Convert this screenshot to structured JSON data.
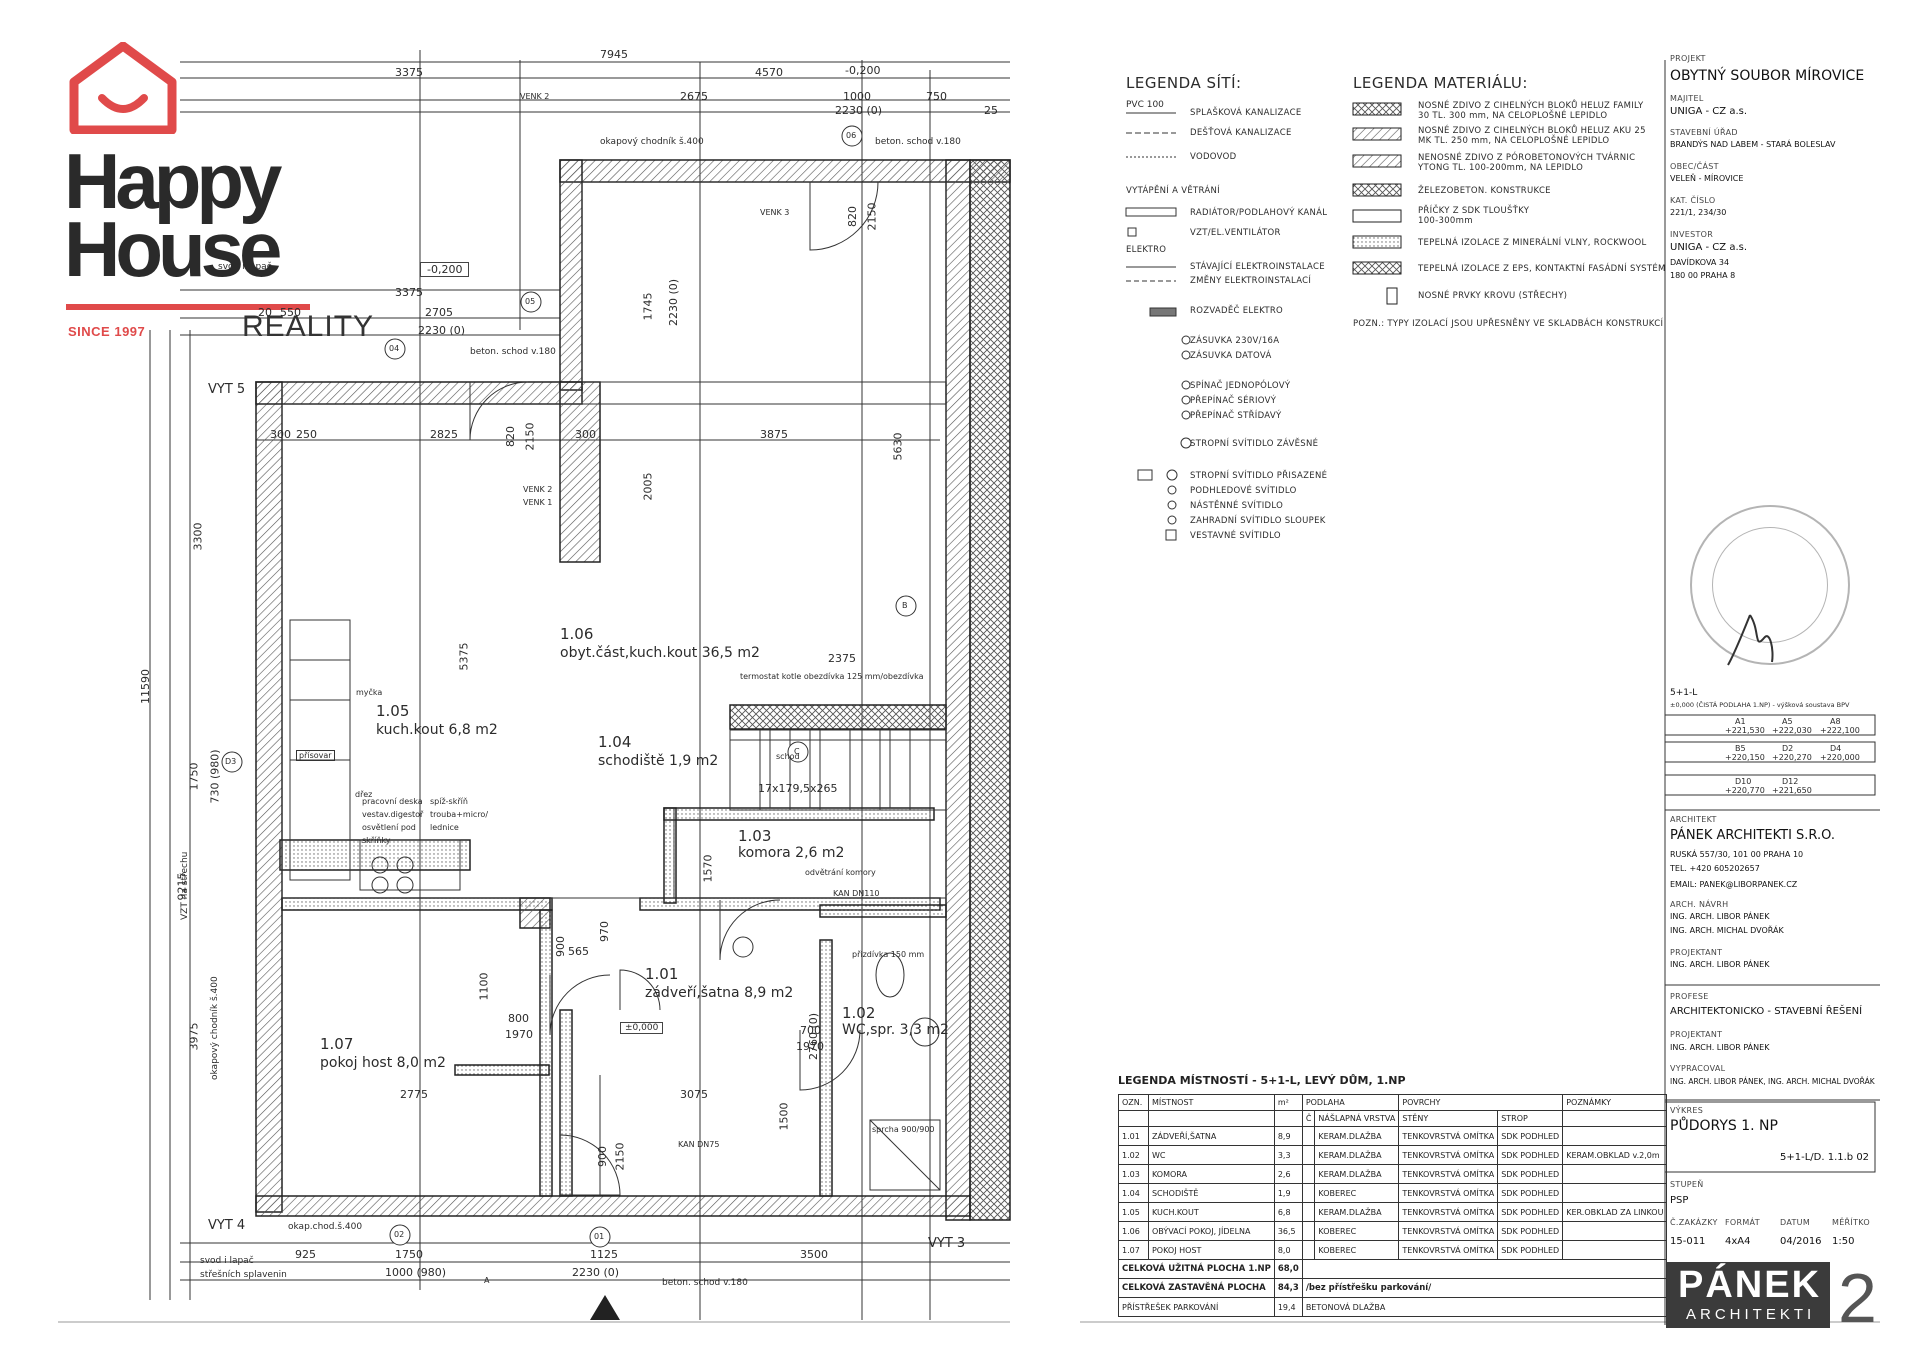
{
  "logo": {
    "brand_line1": "Happy",
    "brand_line2": "House",
    "since": "SINCE 1997",
    "reality": "REALITY",
    "brand_color": "#e04a4a"
  },
  "plan": {
    "overall_dim": "7945",
    "dims_top": [
      "3375",
      "4570",
      "-0,200",
      "2675",
      "1000",
      "750",
      "25",
      "2230 (0)"
    ],
    "dims_upper2": [
      "3375",
      "2705",
      "550",
      "2230 (0)",
      "-0,200",
      "20"
    ],
    "dims_misc": [
      "2825",
      "3875",
      "300",
      "300",
      "250",
      "2375",
      "5375",
      "3300",
      "2005",
      "5630",
      "1745",
      "2230 (0)",
      "820",
      "2150",
      "820",
      "2150",
      "11590",
      "9215",
      "1750",
      "730 (980)",
      "3975",
      "2775",
      "3075",
      "1500",
      "900",
      "970",
      "565",
      "800",
      "1970",
      "700",
      "1970",
      "1100",
      "900",
      "2150",
      "1750",
      "925",
      "1000 (980)",
      "1125",
      "2230 (0)",
      "3500",
      "2760 (0)",
      "1570",
      "17x179,5x265"
    ],
    "markers": [
      "05",
      "04",
      "06",
      "D3",
      "02",
      "01",
      "A",
      "B",
      "C"
    ],
    "axes": [
      "VYT 5",
      "VYT 4",
      "VYT 3"
    ],
    "notes": {
      "okapovy_top": "okapový chodník š.400",
      "beton_schod_top": "beton. schod v.180",
      "beton_schod_mid": "beton. schod v.180",
      "beton_schod_bot": "beton. schod v.180",
      "svod": "svod i lapač",
      "svod2": "svod i lapač",
      "strechy": "střešních splavenin",
      "okap_chod": "okap.chod.š.400",
      "okapovy_side": "okapový chodník š.400",
      "vzt": "VZT na střechu",
      "venk3": "VENK 3",
      "venk2": "VENK 2",
      "venk1": "VENK 1",
      "venk2b": "VENK 2",
      "termostat": "termostat kotle obezdívka 125 mm/obezdívka",
      "odvetrani": "odvětrání komory",
      "kan110": "KAN DN110",
      "kan75": "KAN DN75",
      "prizdivka": "přizdívka 150 mm",
      "sprcha": "sprcha 900/900",
      "drez": "dřez",
      "myckа": "myčka",
      "mycka": "myčka",
      "prisovar": "přísovar",
      "pracovni": "pracovní deska vestav.digestoř osvětlení pod skříňky",
      "spiz": "spíž-skříň trouba+micro/ lednice",
      "zero": "±0,000",
      "schod_label": "schod"
    },
    "rooms": [
      {
        "num": "1.06",
        "name": "obyt.část,kuch.kout 36,5 m2"
      },
      {
        "num": "1.05",
        "name": "kuch.kout 6,8 m2"
      },
      {
        "num": "1.04",
        "name": "schodiště 1,9 m2"
      },
      {
        "num": "1.03",
        "name": "komora 2,6 m2"
      },
      {
        "num": "1.01",
        "name": "zádveří,šatna 8,9 m2"
      },
      {
        "num": "1.02",
        "name": "WC,spr. 3,3 m2"
      },
      {
        "num": "1.07",
        "name": "pokoj host 8,0 m2"
      }
    ]
  },
  "legend_site": {
    "title": "LEGENDA SÍTÍ:",
    "items": [
      {
        "code": "PVC 100",
        "label": "SPLAŠKOVÁ KANALIZACE"
      },
      {
        "code": "",
        "label": "DEŠŤOVÁ KANALIZACE"
      },
      {
        "code": "",
        "label": "VODOVOD"
      },
      {
        "code": "",
        "label": "VYTÁPĚNÍ A VĚTRÁNÍ"
      },
      {
        "code": "",
        "label": "RADIÁTOR/PODLAHOVÝ KANÁL"
      },
      {
        "code": "",
        "label": "VZT/EL.VENTILÁTOR"
      },
      {
        "code": "",
        "label": "ELEKTRO"
      },
      {
        "code": "",
        "label": "STÁVAJÍCÍ ELEKTROINSTALACE"
      },
      {
        "code": "",
        "label": "ZMĚNY ELEKTROINSTALACÍ"
      },
      {
        "code": "",
        "label": "ROZVADĚČ ELEKTRO"
      },
      {
        "code": "",
        "label": "ZÁSUVKA 230V/16A"
      },
      {
        "code": "",
        "label": "ZÁSUVKA DATOVÁ"
      },
      {
        "code": "",
        "label": "SPÍNAČ JEDNOPÓLOVÝ"
      },
      {
        "code": "",
        "label": "PŘEPÍNAČ SÉRIOVÝ"
      },
      {
        "code": "",
        "label": "PŘEPÍNAČ STŘÍDAVÝ"
      },
      {
        "code": "",
        "label": "STROPNÍ SVÍTIDLO ZÁVĚSNÉ"
      },
      {
        "code": "",
        "label": "STROPNÍ SVÍTIDLO PŘISAZENÉ"
      },
      {
        "code": "",
        "label": "PODHLEDOVÉ SVÍTIDLO"
      },
      {
        "code": "",
        "label": "NÁSTĚNNÉ SVÍTIDLO"
      },
      {
        "code": "",
        "label": "ZAHRADNÍ SVÍTIDLO SLOUPEK"
      },
      {
        "code": "",
        "label": "VESTAVNÉ SVÍTIDLO"
      }
    ]
  },
  "legend_material": {
    "title": "LEGENDA MATERIÁLU:",
    "items": [
      "NOSNÉ ZDIVO Z CIHELNÝCH BLOKŮ HELUZ FAMILY 30 TL. 300 mm, NA CELOPLOŠNÉ LEPIDLO",
      "NOSNÉ ZDIVO Z CIHELNÝCH BLOKŮ HELUZ AKU 25 MK TL. 250 mm, NA CELOPLOŠNÉ LEPIDLO",
      "NENOSNÉ ZDIVO Z PÓROBETONOVÝCH TVÁRNIC YTONG TL. 100-200mm, NA LEPIDLO",
      "ŽELEZOBETON. KONSTRUKCE",
      "PŘÍČKY Z SDK TLOUŠŤKY 100-300mm",
      "TEPELNÁ IZOLACE Z MINERÁLNÍ VLNY, ROCKWOOL",
      "TEPELNÁ IZOLACE Z EPS, KONTAKTNÍ FASÁDNÍ SYSTÉM",
      "NOSNÉ PRVKY KROVU (STŘECHY)"
    ],
    "note": "POZN.: TYPY IZOLACÍ JSOU UPŘESNĚNY VE SKLADBÁCH KONSTRUKCÍ"
  },
  "title_block": {
    "projekt_label": "PROJEKT",
    "projekt": "OBYTNÝ SOUBOR MÍROVICE",
    "majitel_label": "MAJITEL",
    "majitel": "UNIGA - CZ a.s.",
    "stav_urad_label": "STAVEBNÍ ÚŘAD",
    "stav_urad": "BRANDÝS NAD LABEM - STARÁ BOLESLAV",
    "obec_label": "OBEC/ČÁST",
    "obec": "VELEŇ - MÍROVICE",
    "kat_label": "KAT. ČÍSLO",
    "kat": "221/1, 234/30",
    "investor_label": "INVESTOR",
    "investor": "UNIGA - CZ a.s.",
    "investor_addr1": "DAVÍDKOVA 34",
    "investor_addr2": "180 00 PRAHA 8",
    "type_code": "5+1-L",
    "type_note": "±0,000 (ČISTÁ PODLAHA 1.NP) - výšková soustava BPV",
    "heights": [
      [
        "A1",
        "A5",
        "A8"
      ],
      [
        "+221,530",
        "+222,030",
        "+222,100"
      ],
      [
        "B5",
        "D2",
        "D4"
      ],
      [
        "+220,150",
        "+220,270",
        "+220,000"
      ],
      [
        "D10",
        "D12",
        ""
      ],
      [
        "+220,770",
        "+221,650",
        ""
      ]
    ],
    "architekt_label": "ARCHITEKT",
    "architekt": "PÁNEK ARCHITEKTI S.R.O.",
    "arch_addr": "RUSKÁ 557/30, 101 00 PRAHA 10",
    "arch_tel": "TEL. +420 605202657",
    "arch_email": "EMAIL: PANEK@LIBORPANEK.CZ",
    "arch_navrh_label": "ARCH. NÁVRH",
    "arch_navrh1": "ING. ARCH. LIBOR PÁNEK",
    "arch_navrh2": "ING. ARCH. MICHAL DVOŘÁK",
    "projektant_label": "PROJEKTANT",
    "projektant": "ING. ARCH. LIBOR PÁNEK",
    "profese_label": "PROFESE",
    "profese": "ARCHITEKTONICKO - STAVEBNÍ ŘEŠENÍ",
    "projektant2_label": "PROJEKTANT",
    "projektant2": "ING. ARCH. LIBOR PÁNEK",
    "vypracoval_label": "VYPRACOVAL",
    "vypracoval": "ING. ARCH. LIBOR PÁNEK, ING. ARCH. MICHAL DVOŘÁK",
    "vykres_label": "VÝKRES",
    "vykres": "PŮDORYS 1. NP",
    "vykres_code": "5+1-L/D. 1.1.b 02",
    "stupen_label": "STUPEŇ",
    "stupen": "PSP",
    "foot_labels": [
      "Č.ZAKÁZKY",
      "FORMÁT",
      "DATUM",
      "MĚŘÍTKO"
    ],
    "foot_values": [
      "15-011",
      "4xA4",
      "04/2016",
      "1:50"
    ],
    "panek_a": "PÁNEK",
    "panek_b": "ARCHITEKTI",
    "sheet": "2"
  },
  "room_table": {
    "title": "LEGENDA MÍSTNOSTÍ - 5+1-L, LEVÝ DŮM, 1.NP",
    "head1": [
      "OZN.",
      "MÍSTNOST",
      "m²",
      "PODLAHA",
      "",
      "POVRCHY",
      "",
      "POZNÁMKY"
    ],
    "head2": [
      "",
      "",
      "",
      "Č",
      "NÁŠLAPNÁ VRSTVA",
      "STĚNY",
      "STROP",
      ""
    ],
    "rows": [
      [
        "1.01",
        "ZÁDVEŘÍ,ŠATNA",
        "8,9",
        "",
        "KERAM.DLAŽBA",
        "TENKOVRSTVÁ OMÍTKA",
        "SDK PODHLED",
        ""
      ],
      [
        "1.02",
        "WC",
        "3,3",
        "",
        "KERAM.DLAŽBA",
        "TENKOVRSTVÁ OMÍTKA",
        "SDK PODHLED",
        "KERAM.OBKLAD v.2,0m"
      ],
      [
        "1.03",
        "KOMORA",
        "2,6",
        "",
        "KERAM.DLAŽBA",
        "TENKOVRSTVÁ OMÍTKA",
        "SDK PODHLED",
        ""
      ],
      [
        "1.04",
        "SCHODIŠTĚ",
        "1,9",
        "",
        "KOBEREC",
        "TENKOVRSTVÁ OMÍTKA",
        "SDK PODHLED",
        ""
      ],
      [
        "1.05",
        "KUCH.KOUT",
        "6,8",
        "",
        "KERAM.DLAŽBA",
        "TENKOVRSTVÁ OMÍTKA",
        "SDK PODHLED",
        "KER.OBKLAD ZA LINKOU"
      ],
      [
        "1.06",
        "OBÝVACÍ POKOJ, JÍDELNA",
        "36,5",
        "",
        "KOBEREC",
        "TENKOVRSTVÁ OMÍTKA",
        "SDK PODHLED",
        ""
      ],
      [
        "1.07",
        "POKOJ HOST",
        "8,0",
        "",
        "KOBEREC",
        "TENKOVRSTVÁ OMÍTKA",
        "SDK PODHLED",
        ""
      ]
    ],
    "total1_label": "CELKOVÁ UŽITNÁ PLOCHA 1.NP",
    "total1": "68,0",
    "total2_label": "CELKOVÁ ZASTAVĚNÁ PLOCHA",
    "total2": "84,3",
    "total2_note": "/bez přístřešku parkování/",
    "total3_label": "PŘÍSTŘEŠEK PARKOVÁNÍ",
    "total3": "19,4",
    "total3_note": "BETONOVÁ DLAŽBA"
  }
}
